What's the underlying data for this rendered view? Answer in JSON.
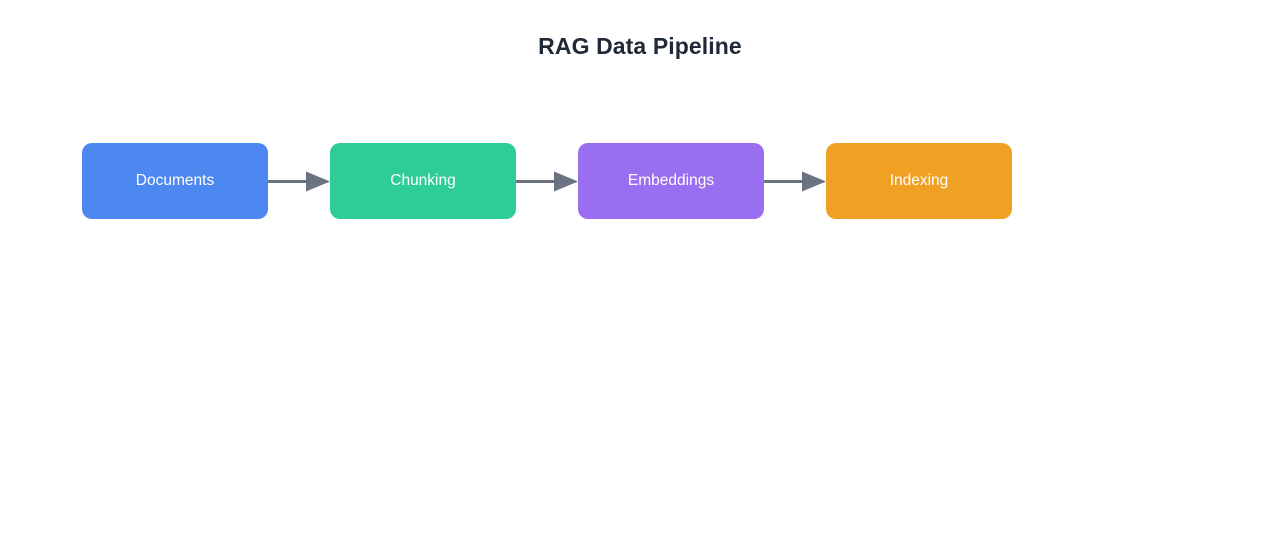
{
  "diagram": {
    "title": "RAG Data Pipeline",
    "type": "flowchart-horizontal",
    "background_color": "#ffffff",
    "title_color": "#1f2937",
    "arrow_color": "#6b7280",
    "node_label_color": "#ffffff",
    "nodes": [
      {
        "id": "documents",
        "label": "Documents",
        "color": "#4d88f0"
      },
      {
        "id": "chunking",
        "label": "Chunking",
        "color": "#2ecc96"
      },
      {
        "id": "embeddings",
        "label": "Embeddings",
        "color": "#9a6ef0"
      },
      {
        "id": "indexing",
        "label": "Indexing",
        "color": "#f0a124"
      }
    ],
    "connectors": [
      {
        "from": "documents",
        "to": "chunking",
        "style": "solid-arrow"
      },
      {
        "from": "chunking",
        "to": "embeddings",
        "style": "solid-arrow"
      },
      {
        "from": "embeddings",
        "to": "indexing",
        "style": "solid-arrow"
      }
    ]
  }
}
